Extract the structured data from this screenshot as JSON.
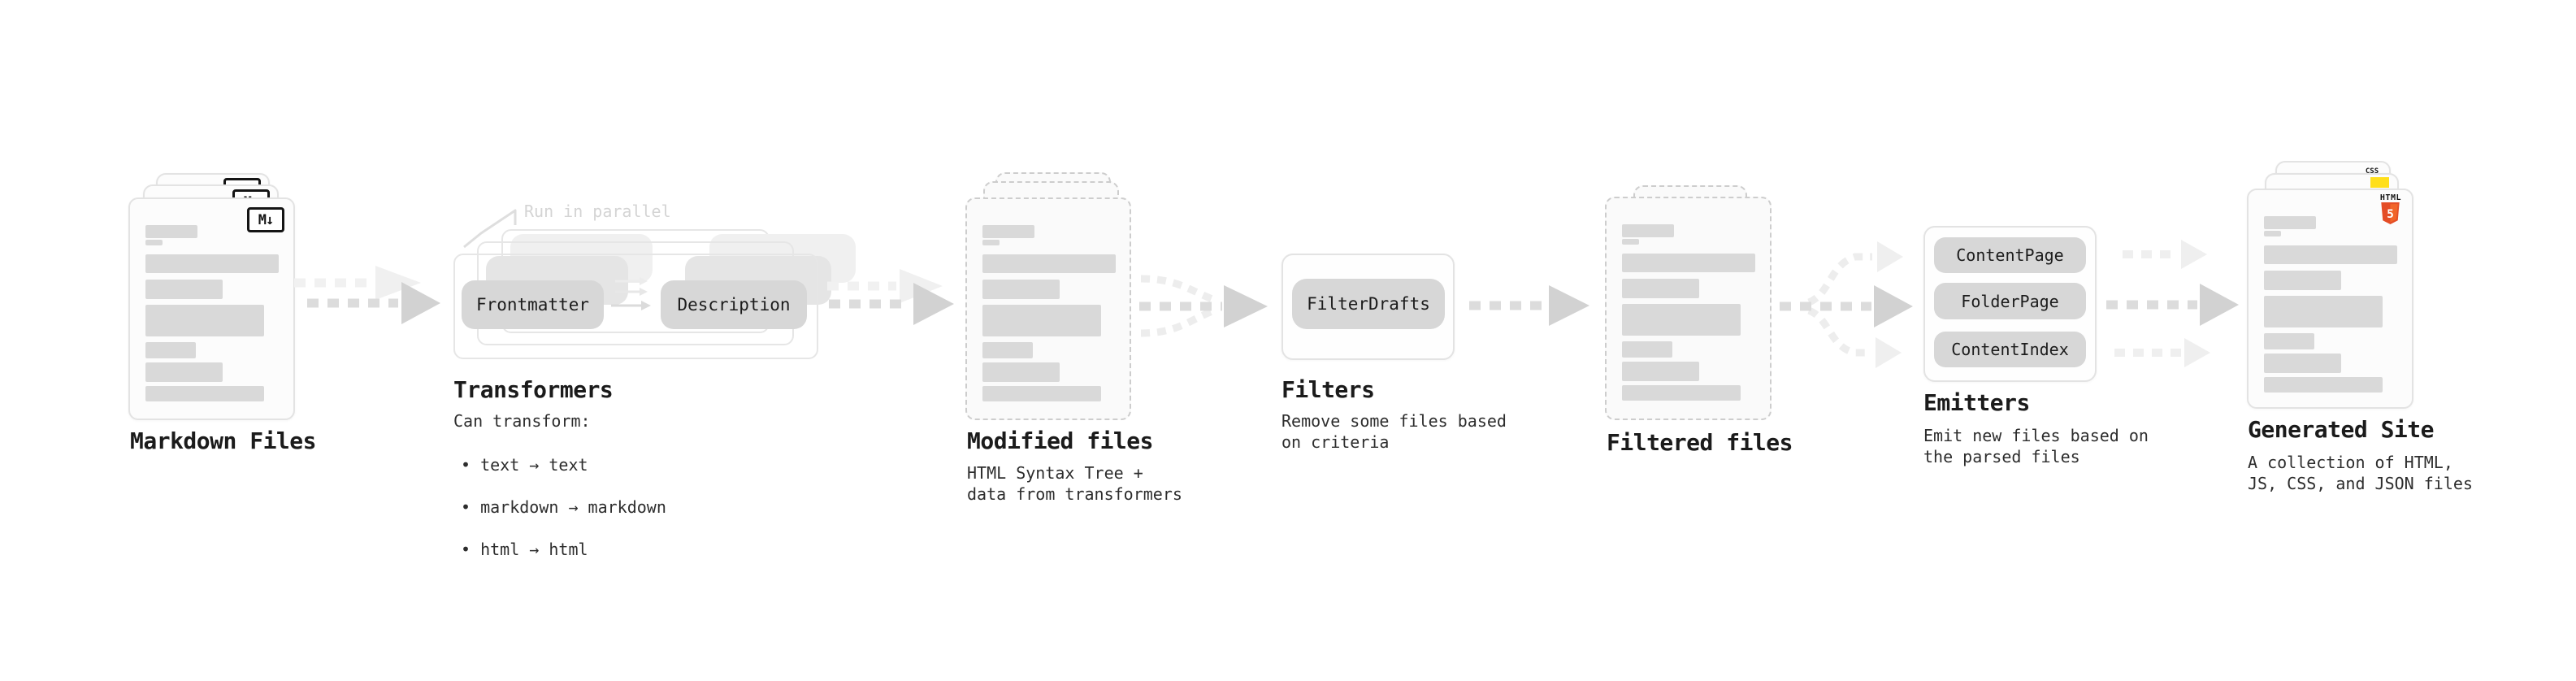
{
  "diagram": {
    "markdown_files": {
      "title": "Markdown Files",
      "badge": "M↓"
    },
    "transformers": {
      "callout": "Run in parallel",
      "pill_left": "Frontmatter",
      "pill_right": "Description",
      "title": "Transformers",
      "desc_heading": "Can transform:",
      "bullets": [
        "• text → text",
        "• markdown → markdown",
        "• html → html"
      ]
    },
    "modified_files": {
      "title": "Modified files",
      "subtitle": "HTML Syntax Tree +\ndata from transformers"
    },
    "filters": {
      "pill": "FilterDrafts",
      "title": "Filters",
      "subtitle": "Remove some files based\non criteria"
    },
    "filtered_files": {
      "title": "Filtered files"
    },
    "emitters": {
      "pills": [
        "ContentPage",
        "FolderPage",
        "ContentIndex"
      ],
      "title": "Emitters",
      "subtitle": "Emit new files based on\nthe parsed files"
    },
    "generated_site": {
      "title": "Generated Site",
      "subtitle": "A collection of HTML,\nJS, CSS, and JSON files",
      "css_badge": "CSS",
      "html_badge_word": "HTML",
      "html_badge_number": "5"
    }
  },
  "colors": {
    "arrow_dark": "#d2d2d2",
    "arrow_faint": "#f0f0f0",
    "placeholder_bar": "#d9d9d9",
    "pill_bg": "#d7d7d7",
    "html5_orange": "#e44d26",
    "js_yellow": "#ffdf1b",
    "css_blue": "#2760e6"
  }
}
